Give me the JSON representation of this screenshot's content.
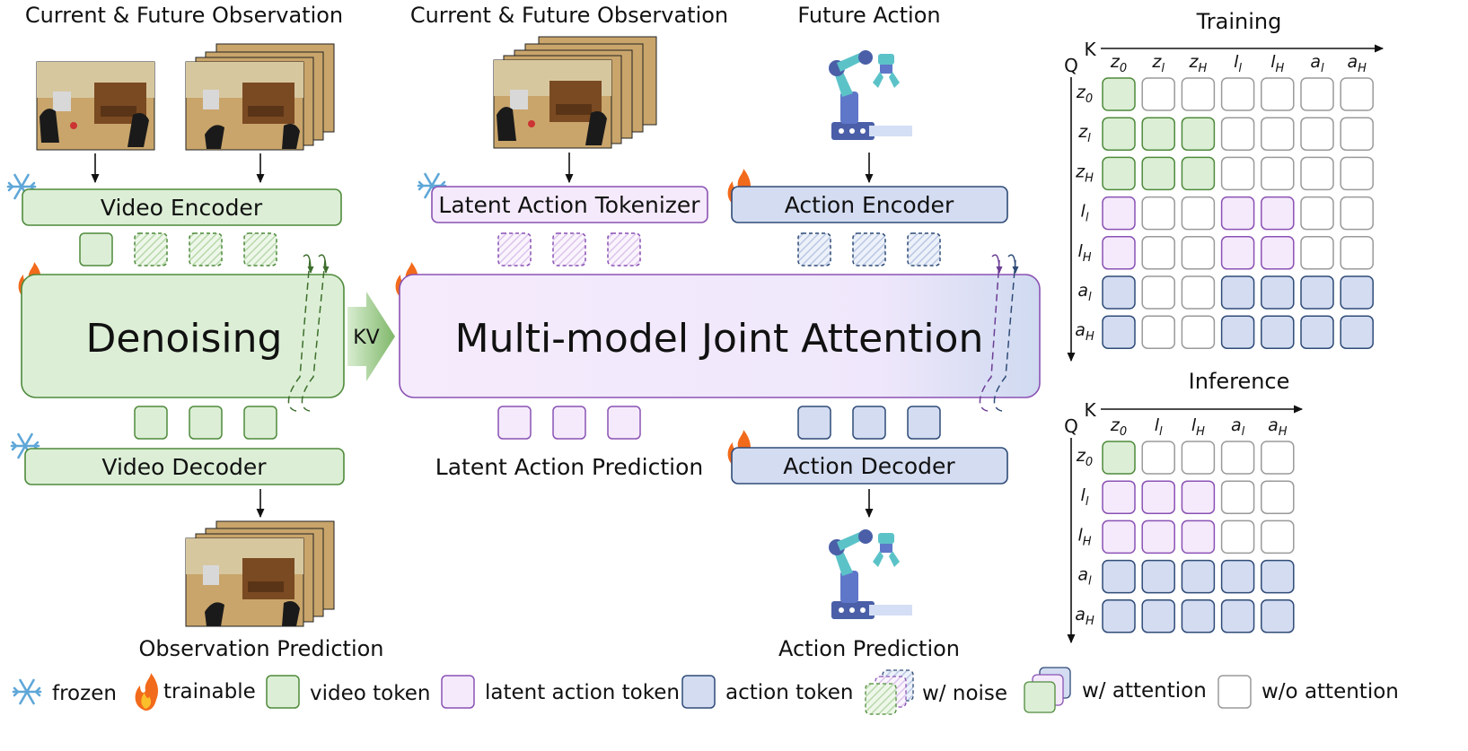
{
  "colors": {
    "video_fill": "#dcefd6",
    "video_stroke": "#4f8a3c",
    "latent_fill": "#f5eafb",
    "latent_stroke": "#8a52b4",
    "action_fill": "#d3dcf1",
    "action_stroke": "#2f4b77",
    "empty_stroke": "#9a9a9a"
  },
  "left": {
    "title": "Current & Future Observation",
    "video_encoder": "Video Encoder",
    "denoising": "Denoising",
    "video_decoder": "Video Decoder",
    "output_title": "Observation Prediction"
  },
  "center": {
    "kv": "KV",
    "obs_title": "Current & Future Observation",
    "action_title": "Future Action",
    "latent_tokenizer": "Latent Action Tokenizer",
    "action_encoder": "Action Encoder",
    "joint_attention": "Multi-model Joint Attention",
    "latent_prediction": "Latent Action Prediction",
    "action_decoder": "Action Decoder",
    "action_prediction": "Action Prediction"
  },
  "training": {
    "title": "Training",
    "k_label": "K",
    "q_label": "Q",
    "labels": [
      "z0",
      "zl",
      "zH",
      "ll",
      "lH",
      "al",
      "aH"
    ],
    "matrix": [
      [
        "v",
        "e",
        "e",
        "e",
        "e",
        "e",
        "e"
      ],
      [
        "v",
        "v",
        "v",
        "e",
        "e",
        "e",
        "e"
      ],
      [
        "v",
        "v",
        "v",
        "e",
        "e",
        "e",
        "e"
      ],
      [
        "l",
        "e",
        "e",
        "l",
        "l",
        "e",
        "e"
      ],
      [
        "l",
        "e",
        "e",
        "l",
        "l",
        "e",
        "e"
      ],
      [
        "a",
        "e",
        "e",
        "a",
        "a",
        "a",
        "a"
      ],
      [
        "a",
        "e",
        "e",
        "a",
        "a",
        "a",
        "a"
      ]
    ]
  },
  "inference": {
    "title": "Inference",
    "k_label": "K",
    "q_label": "Q",
    "labels": [
      "z0",
      "ll",
      "lH",
      "al",
      "aH"
    ],
    "matrix": [
      [
        "v",
        "e",
        "e",
        "e",
        "e"
      ],
      [
        "l",
        "l",
        "l",
        "e",
        "e"
      ],
      [
        "l",
        "l",
        "l",
        "e",
        "e"
      ],
      [
        "a",
        "a",
        "a",
        "a",
        "a"
      ],
      [
        "a",
        "a",
        "a",
        "a",
        "a"
      ]
    ]
  },
  "legend": {
    "frozen": "frozen",
    "trainable": "trainable",
    "video_token": "video token",
    "latent_action_token": "latent action token",
    "action_token": "action token",
    "with_noise": "w/ noise",
    "with_attention": "w/ attention",
    "without_attention": "w/o attention"
  },
  "icons": [
    "snowflake-icon",
    "flame-icon",
    "robot-arm-icon"
  ]
}
